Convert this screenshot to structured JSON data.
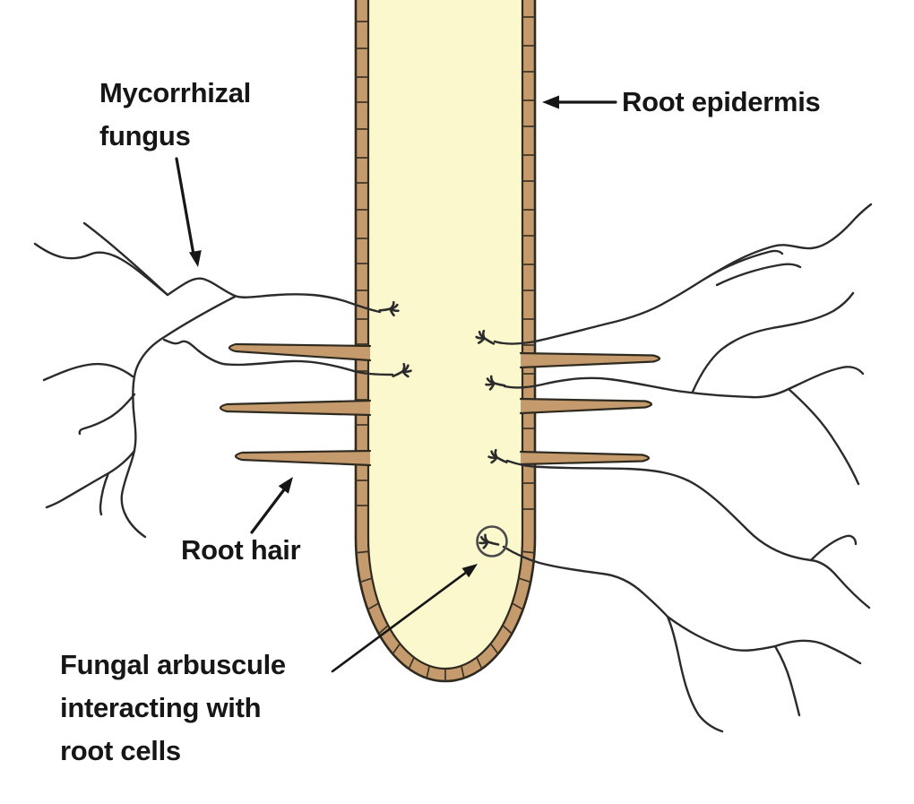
{
  "diagram": {
    "labels": {
      "mycorrhizal_fungus": {
        "line1": "Mycorrhizal",
        "line2": "fungus"
      },
      "root_epidermis": "Root epidermis",
      "root_hair": "Root hair",
      "fungal_arbuscule": {
        "line1": "Fungal arbuscule",
        "line2": "interacting with",
        "line3": "root cells"
      }
    },
    "colors": {
      "background": "#ffffff",
      "epidermis": "#c59b6d",
      "root_interior": "#fbf8cd",
      "outline": "#2e2a20",
      "cell_divider": "#3a3226",
      "hypha": "#2b2b2b",
      "annotation": "#161616",
      "circle": "#4b4b4b"
    }
  }
}
